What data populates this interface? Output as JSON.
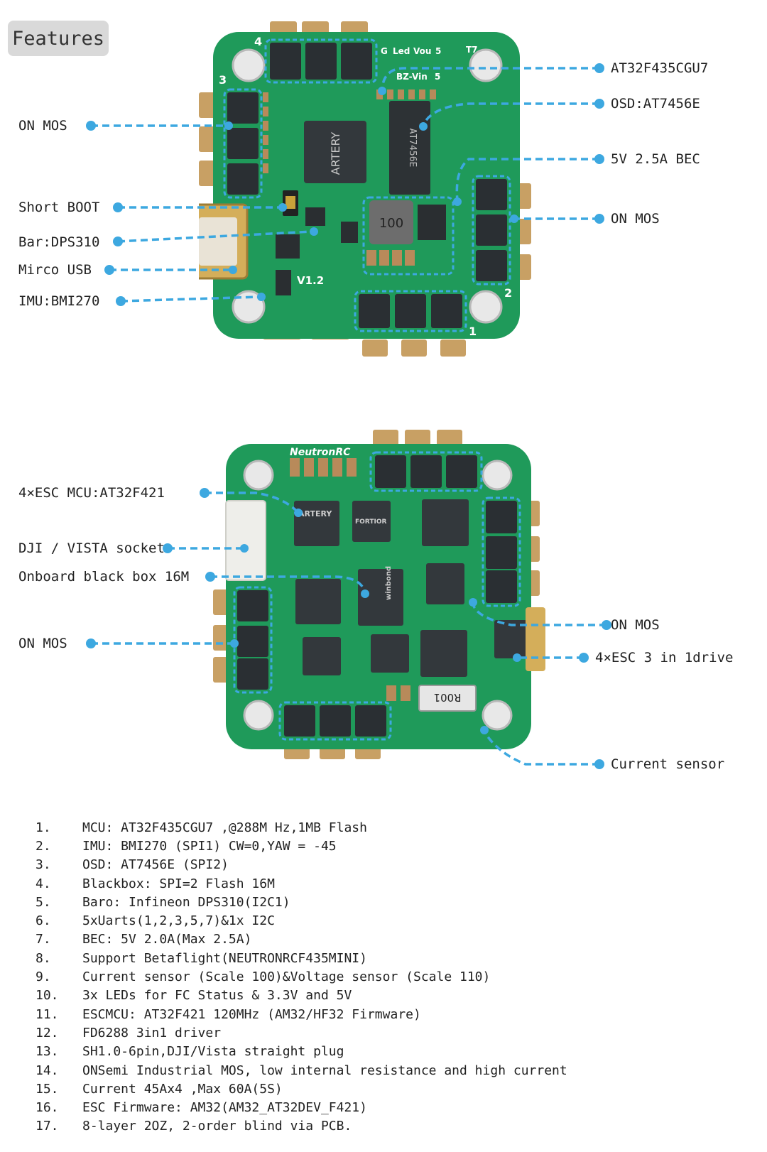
{
  "badge": "Features",
  "top_callouts": {
    "on_mos_left": "ON MOS",
    "short_boot": "Short BOOT",
    "bar": "Bar:DPS310",
    "usb": "Mirco USB",
    "imu": "IMU:BMI270",
    "mcu": "AT32F435CGU7",
    "osd": "OSD:AT7456E",
    "bec": "5V 2.5A BEC",
    "on_mos_right": "ON MOS"
  },
  "bottom_callouts": {
    "esc_mcu": "4×ESC MCU:AT32F421",
    "dji": "DJI / VISTA socket",
    "blackbox": "Onboard black box 16M",
    "on_mos_left": "ON MOS",
    "on_mos_right": "ON MOS",
    "esc_drive": "4×ESC 3 in 1drive",
    "current_sensor": "Current sensor"
  },
  "board_top": {
    "brand_chip": "ARTERY",
    "osd_chip": "AT7456E",
    "inductor": "100",
    "version": "V1.2",
    "pad_labels": [
      "G",
      "Led",
      "Vou",
      "5",
      "T7",
      "BZ-",
      "Vin",
      "5"
    ],
    "corner_nums": [
      "4",
      "3",
      "2",
      "1"
    ]
  },
  "board_bottom": {
    "brand": "NeutronRC",
    "chip_brand": "ARTERY",
    "driver_brand": "FORTIOR",
    "flash_brand": "winbond",
    "resistor": "R001"
  },
  "specs": [
    {
      "num": "1.",
      "text": "MCU: AT32F435CGU7 ,@288M Hz,1MB Flash"
    },
    {
      "num": "2.",
      "text": "IMU: BMI270 (SPI1) CW=0,YAW = -45"
    },
    {
      "num": "3.",
      "text": "OSD: AT7456E (SPI2)"
    },
    {
      "num": "4.",
      "text": "Blackbox: SPI=2  Flash 16M"
    },
    {
      "num": "5.",
      "text": "Baro: Infineon DPS310(I2C1)"
    },
    {
      "num": "6.",
      "text": "5xUarts(1,2,3,5,7)&1x I2C"
    },
    {
      "num": "7.",
      "text": "BEC: 5V 2.0A(Max 2.5A)"
    },
    {
      "num": "8.",
      "text": "Support Betaflight(NEUTRONRCF435MINI)"
    },
    {
      "num": "9.",
      "text": "Current sensor (Scale 100)&Voltage sensor (Scale 110)"
    },
    {
      "num": "10.",
      "text": "3x LEDs for FC Status & 3.3V and 5V"
    },
    {
      "num": "11.",
      "text": "ESCMCU: AT32F421 120MHz (AM32/HF32 Firmware)"
    },
    {
      "num": "12.",
      "text": "FD6288 3in1 driver"
    },
    {
      "num": "13.",
      "text": "SH1.0-6pin,DJI/Vista straight plug"
    },
    {
      "num": "14.",
      "text": "ONSemi Industrial MOS, low internal resistance and high current"
    },
    {
      "num": "15.",
      "text": "Current 45Ax4 ,Max 60A(5S)"
    },
    {
      "num": "16.",
      "text": "ESC Firmware: AM32(AM32_AT32DEV_F421)"
    },
    {
      "num": "17.",
      "text": "8-layer 2OZ, 2-order blind via PCB."
    }
  ]
}
